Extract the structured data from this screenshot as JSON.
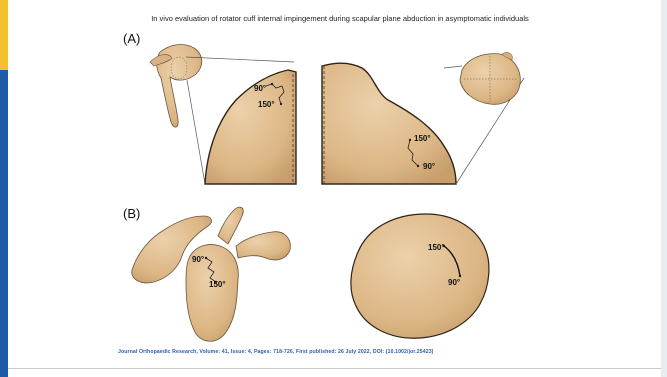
{
  "slide": {
    "title": "In vivo  evaluation of rotator cuff internal impingement during scapular plane abduction in asymptomatic individuals",
    "citation": "Journal Orthopaedic Research, Volume: 41, Issue: 4, Pages: 718-726, First published: 26 July 2022, DOI: (10.1002/jor.25423)"
  },
  "figure": {
    "panel_a_label": "(A)",
    "panel_b_label": "(B)",
    "angles": {
      "a_left_90": "90°",
      "a_left_150": "150°",
      "a_right_150": "150°",
      "a_right_90": "90°",
      "b_left_90": "90°",
      "b_left_150": "150°",
      "b_right_150": "150°",
      "b_right_90": "90°"
    }
  },
  "colors": {
    "bone": "#e0bc8c",
    "bone_edge": "#5a4632",
    "accent_yellow": "#f2c12e",
    "accent_blue": "#1f5aa6"
  }
}
